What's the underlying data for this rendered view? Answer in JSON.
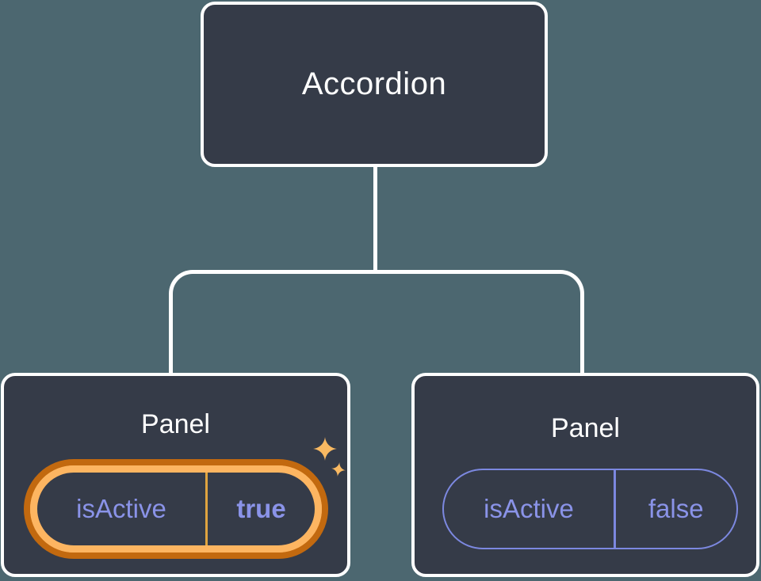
{
  "diagram": {
    "type": "component-tree",
    "root": {
      "label": "Accordion"
    },
    "panels": [
      {
        "label": "Panel",
        "prop": {
          "name": "isActive",
          "value": "true"
        },
        "highlighted": true
      },
      {
        "label": "Panel",
        "prop": {
          "name": "isActive",
          "value": "false"
        },
        "highlighted": false
      }
    ],
    "icons": {
      "highlight": "sparkles-icon"
    },
    "colors": {
      "background": "#4C6770",
      "node_fill": "#353B48",
      "node_border": "#FFFFFF",
      "node_text": "#FFFFFF",
      "connector": "#FFFFFF",
      "prop_text": "#8A93E8",
      "prop_border": "#7C88E0",
      "highlight_outer": "#C2690F",
      "highlight_inner": "#FDB561",
      "highlight_divider": "#DFA440",
      "sparkle": "#F9B962"
    }
  }
}
